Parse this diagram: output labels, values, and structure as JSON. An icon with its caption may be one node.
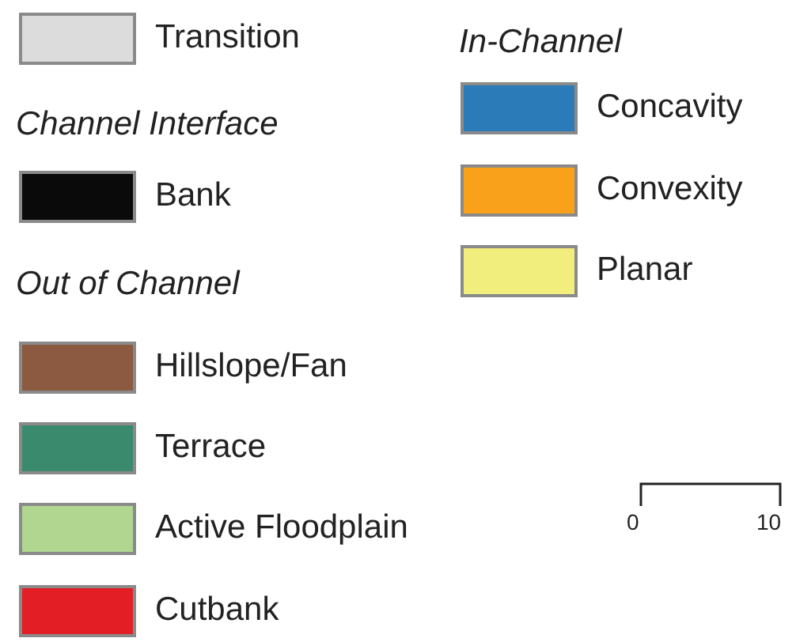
{
  "diagram": {
    "labels": [
      "In-Channel",
      "Channel Interface",
      "Out of Channel",
      "0",
      "10"
    ],
    "legend": [
      {
        "text": "Transition",
        "color": "#dcdcdc"
      },
      {
        "text": "Concavity",
        "color": "#2b7bb9"
      },
      {
        "text": "Convexity",
        "color": "#f9a11b"
      },
      {
        "text": "Bank",
        "color": "#0a0a0a"
      },
      {
        "text": "Planar",
        "color": "#f2ee7e"
      },
      {
        "text": "Hillslope/Fan",
        "color": "#8b5a40"
      },
      {
        "text": "Terrace",
        "color": "#3a8a6e"
      },
      {
        "text": "Active Floodplain",
        "color": "#b0d690"
      },
      {
        "text": "Cutbank",
        "color": "#e31e24"
      }
    ]
  }
}
